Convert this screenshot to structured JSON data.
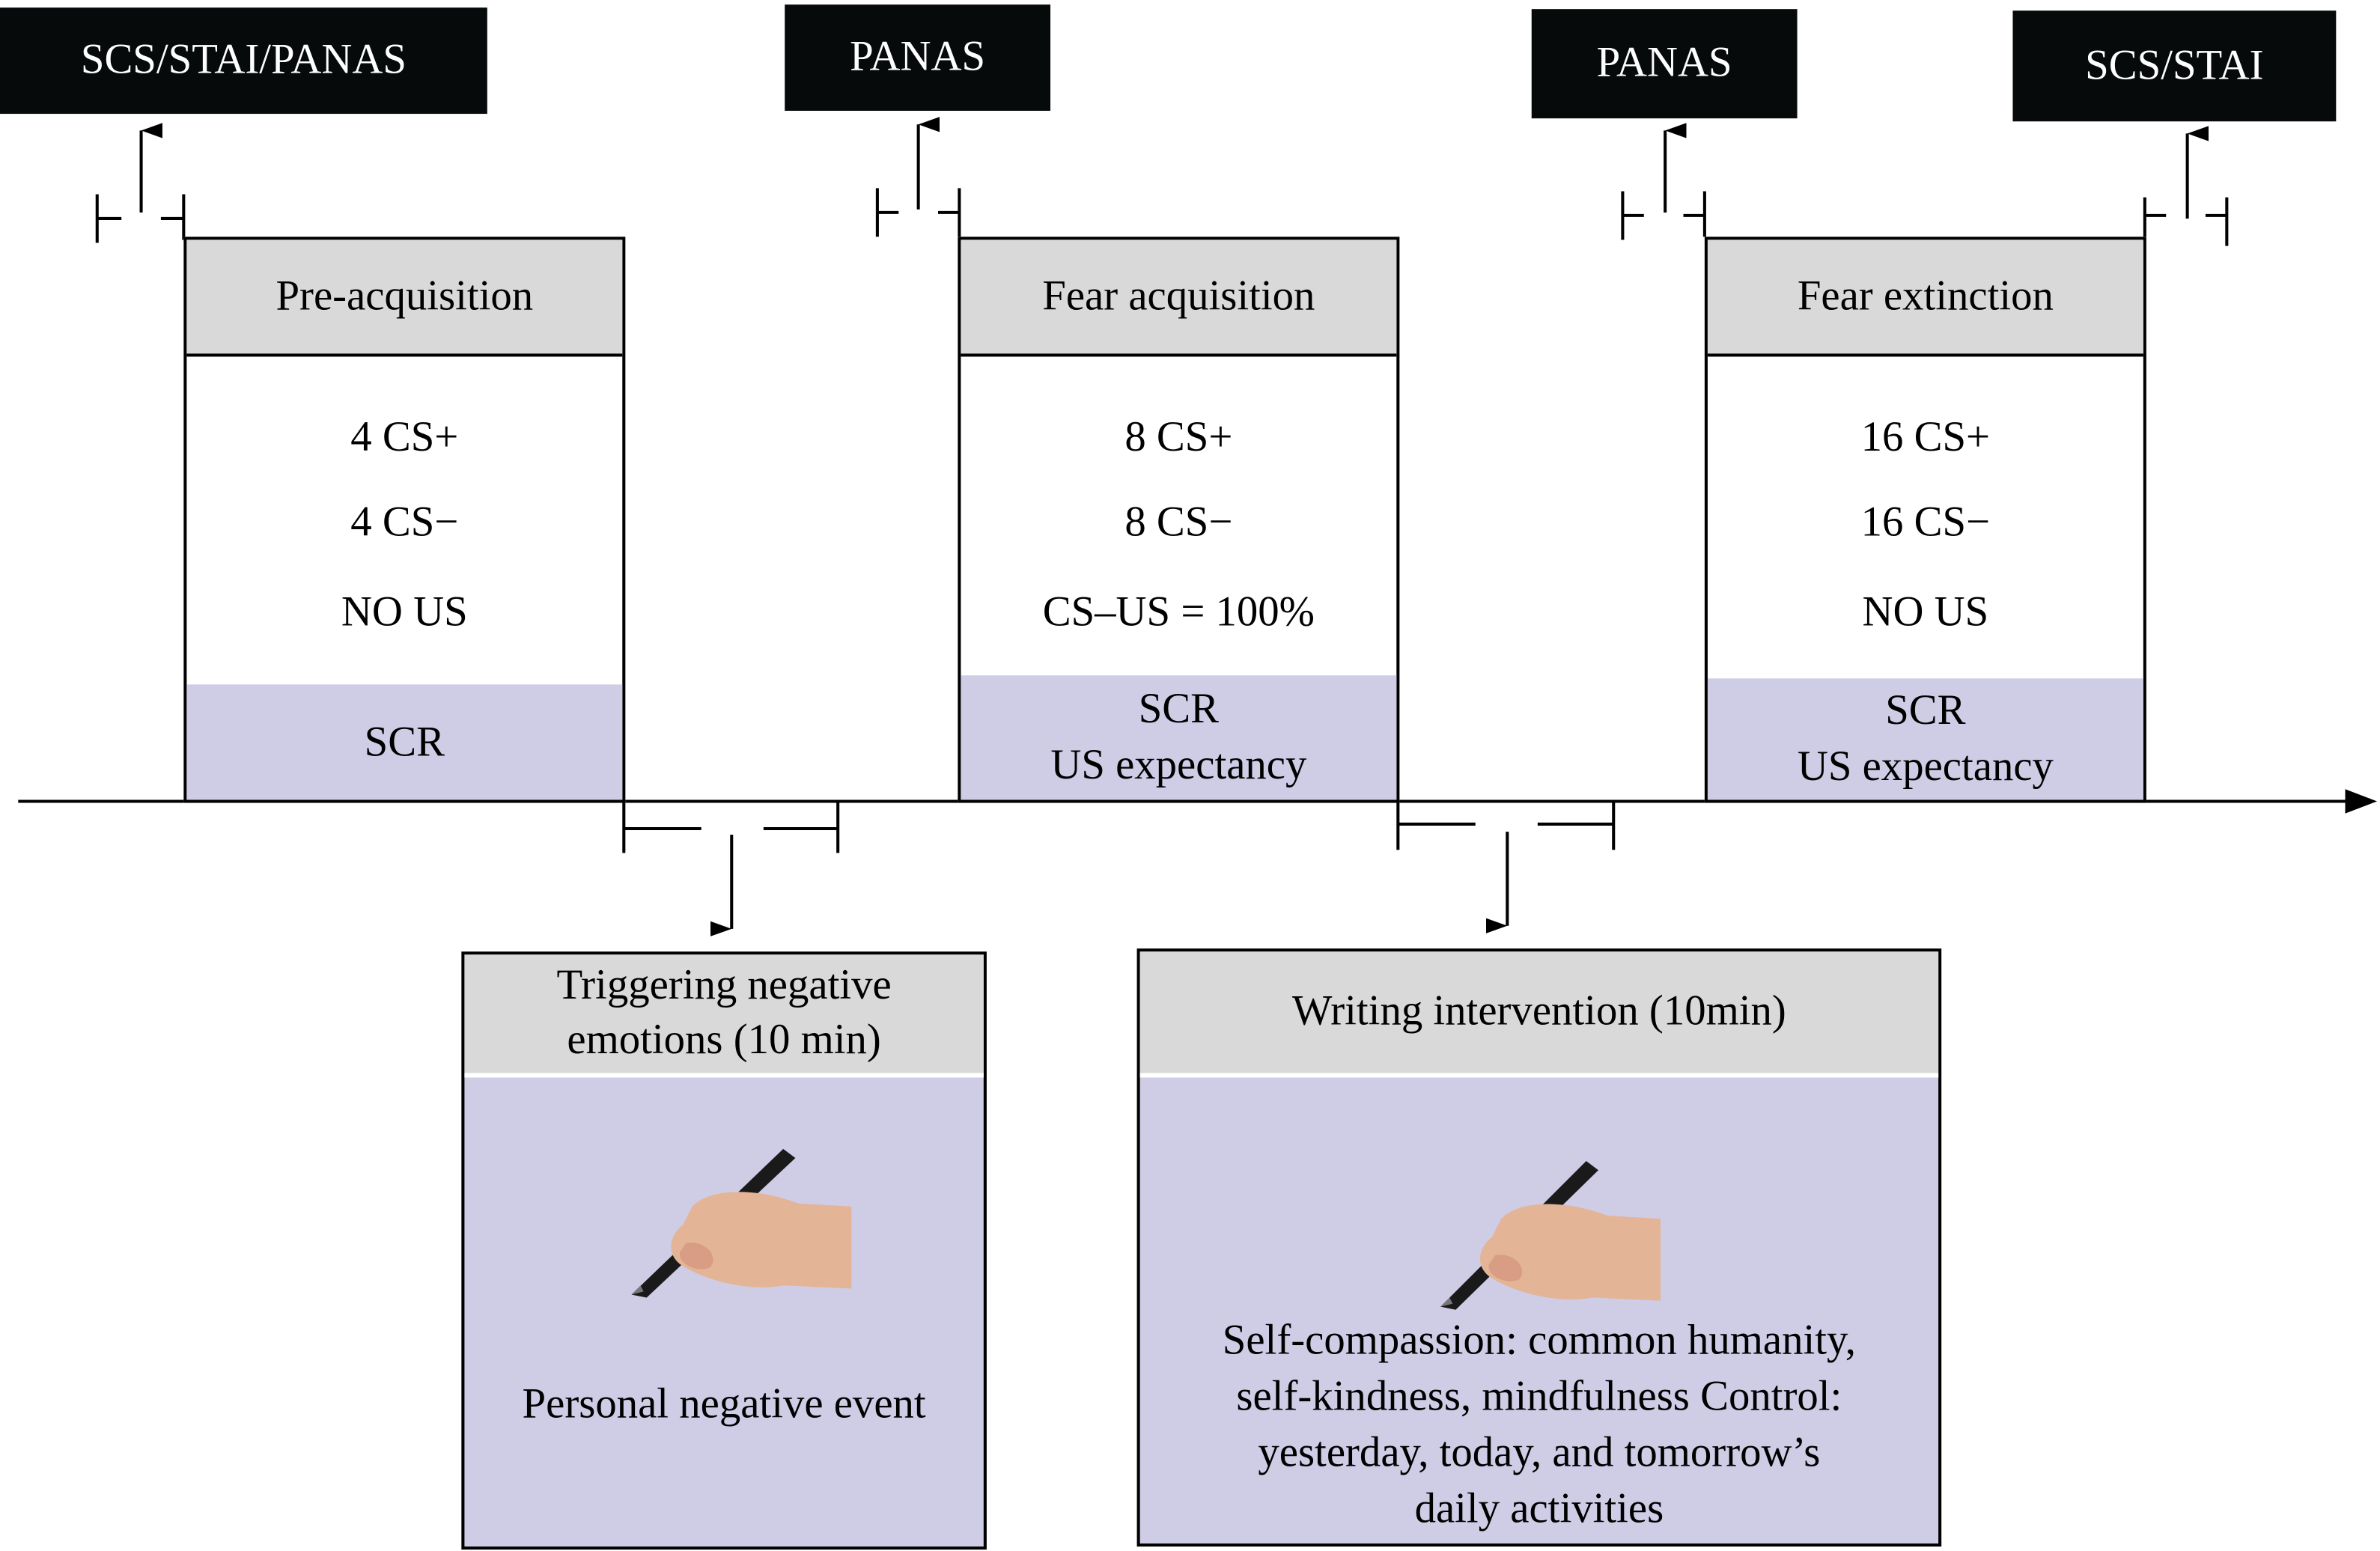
{
  "questionnaires": [
    {
      "id": "q1",
      "label": "SCS/STAI/PANAS"
    },
    {
      "id": "q2",
      "label": "PANAS"
    },
    {
      "id": "q3",
      "label": "PANAS"
    },
    {
      "id": "q4",
      "label": "SCS/STAI"
    }
  ],
  "phases": [
    {
      "title": "Pre-acquisition",
      "lines": [
        "4 CS+",
        "4 CS−",
        "NO US"
      ],
      "measures": [
        "SCR"
      ]
    },
    {
      "title": "Fear acquisition",
      "lines": [
        "8 CS+",
        "8 CS−",
        "CS–US = 100%"
      ],
      "measures": [
        "SCR",
        "US expectancy"
      ]
    },
    {
      "title": "Fear extinction",
      "lines": [
        "16 CS+",
        "16 CS−",
        "NO US"
      ],
      "measures": [
        "SCR",
        "US expectancy"
      ]
    }
  ],
  "tasks": [
    {
      "title_lines": [
        "Triggering negative",
        "emotions (10 min)"
      ],
      "icon": "hand-writing-icon",
      "body": [
        "Personal negative event"
      ]
    },
    {
      "title_lines": [
        "Writing intervention (10min)"
      ],
      "icon": "hand-writing-icon",
      "body": [
        "Self-compassion: common humanity,",
        "self-kindness, mindfulness Control:",
        "yesterday, today, and tomorrow’s",
        "daily activities"
      ]
    }
  ],
  "colors": {
    "box_black": "#070a0b",
    "header_gray": "#d9d9d9",
    "measure_purple": "#cfcce6"
  }
}
